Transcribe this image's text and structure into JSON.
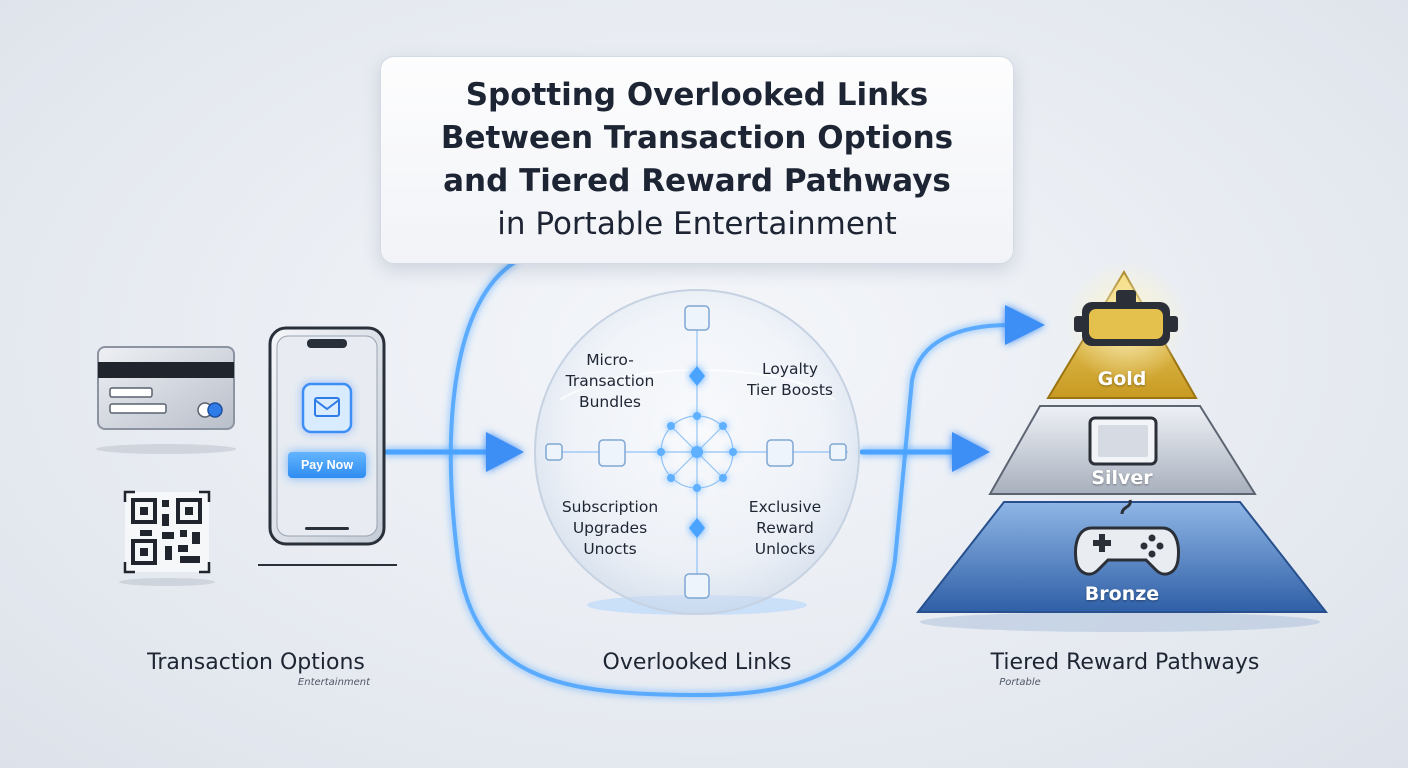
{
  "title": {
    "lines": [
      "Spotting Overlooked Links",
      "Between Transaction Options",
      "and Tiered Reward Pathways",
      "in Portable Entertainment"
    ]
  },
  "sections": {
    "transaction": {
      "label": "Transaction Options",
      "sub": "Entertainment"
    },
    "links": {
      "label": "Overlooked Links"
    },
    "tiers": {
      "label": "Tiered Reward Pathways",
      "sub": "Portable"
    }
  },
  "phone": {
    "pay_button": "Pay Now"
  },
  "links": {
    "top_left": [
      "Micro-",
      "Transaction",
      "Bundles"
    ],
    "top_right": [
      "Loyalty",
      "Tier Boosts"
    ],
    "bottom_left": [
      "Subscription",
      "Upgrades",
      "Unocts"
    ],
    "bottom_right": [
      "Exclusive",
      "Reward",
      "Unlocks"
    ]
  },
  "tiers": {
    "gold": "Gold",
    "silver": "Silver",
    "bronze": "Bronze"
  },
  "icons": {
    "credit_card": "credit-card-icon",
    "phone": "smartphone-icon",
    "mail": "mail-icon",
    "qr": "qr-code-icon",
    "network": "network-hub-icon",
    "vr": "vr-headset-icon",
    "tablet": "tablet-icon",
    "gamepad": "gamepad-icon"
  },
  "colors": {
    "flow_blue": "#3d9bff",
    "gold": "#e2b93c",
    "silver": "#b9c0cc",
    "bronze": "#3f73b8"
  }
}
